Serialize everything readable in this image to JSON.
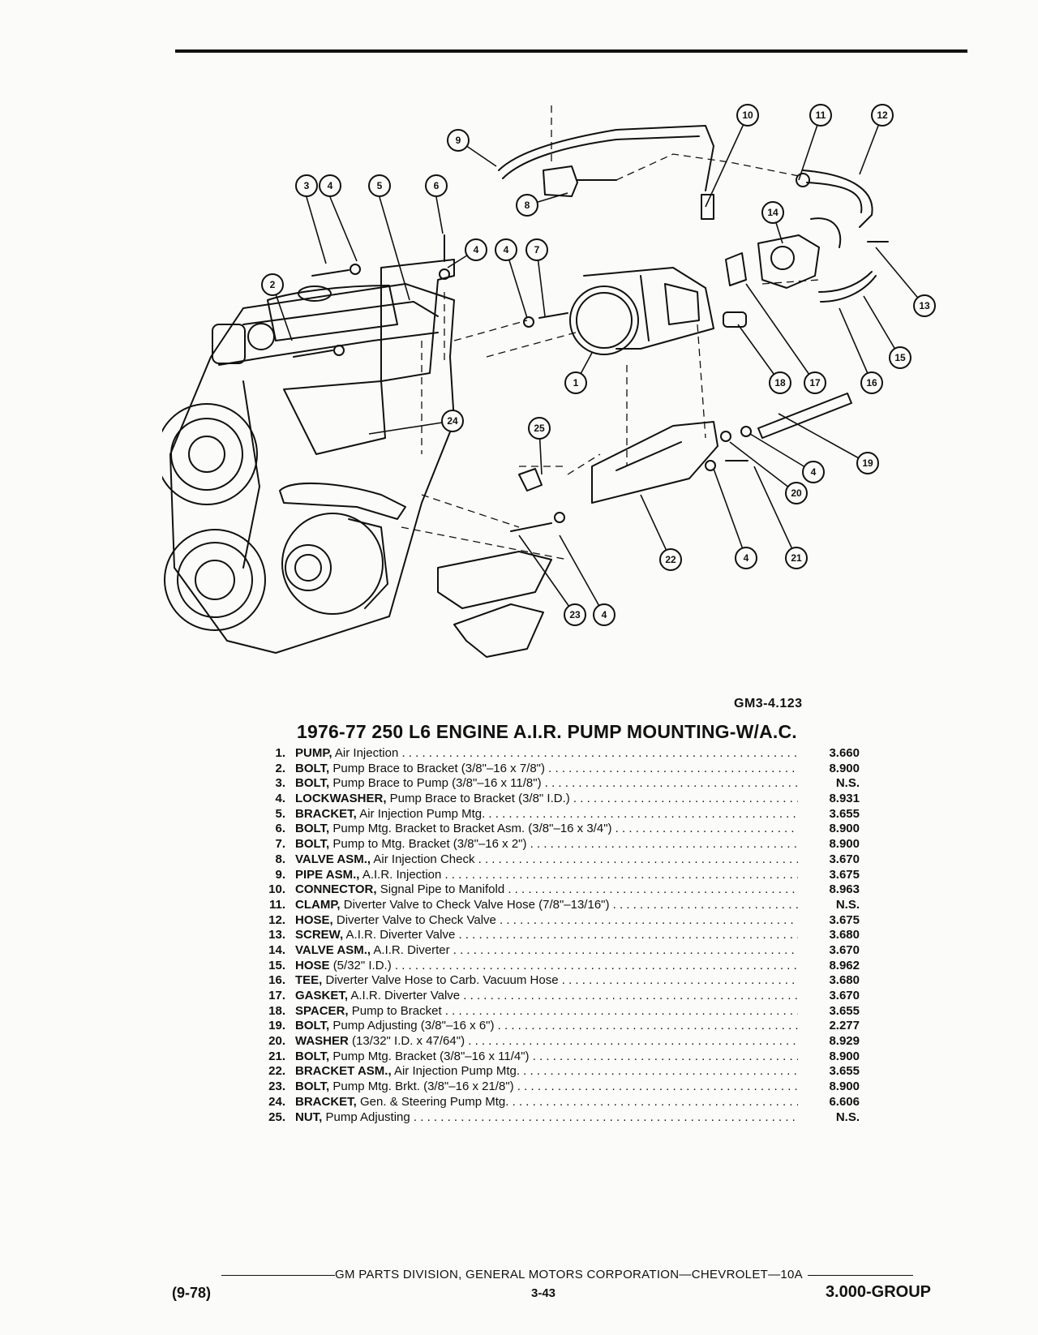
{
  "figure_code": "GM3-4.123",
  "title": "1976-77 250 L6 ENGINE A.I.R. PUMP MOUNTING-W/A.C.",
  "callouts": [
    "1",
    "2",
    "3",
    "4",
    "5",
    "6",
    "7",
    "8",
    "9",
    "10",
    "11",
    "12",
    "13",
    "14",
    "15",
    "16",
    "17",
    "18",
    "19",
    "20",
    "21",
    "22",
    "23",
    "24",
    "25"
  ],
  "parts": [
    {
      "num": "1.",
      "name": "PUMP,",
      "desc": "Air Injection",
      "code": "3.660"
    },
    {
      "num": "2.",
      "name": "BOLT,",
      "desc": "Pump Brace to Bracket (3/8\"–16 x 7/8\")",
      "code": "8.900"
    },
    {
      "num": "3.",
      "name": "BOLT,",
      "desc": "Pump Brace to Pump (3/8\"–16 x 11/8\")",
      "code": "N.S."
    },
    {
      "num": "4.",
      "name": "LOCKWASHER,",
      "desc": "Pump Brace to Bracket (3/8\" I.D.)",
      "code": "8.931"
    },
    {
      "num": "5.",
      "name": "BRACKET,",
      "desc": "Air Injection Pump Mtg.",
      "code": "3.655"
    },
    {
      "num": "6.",
      "name": "BOLT,",
      "desc": "Pump Mtg. Bracket to Bracket Asm. (3/8\"–16 x 3/4\")",
      "code": "8.900"
    },
    {
      "num": "7.",
      "name": "BOLT,",
      "desc": "Pump to Mtg. Bracket (3/8\"–16 x 2\")",
      "code": "8.900"
    },
    {
      "num": "8.",
      "name": "VALVE ASM.,",
      "desc": "Air Injection Check",
      "code": "3.670"
    },
    {
      "num": "9.",
      "name": "PIPE ASM.,",
      "desc": "A.I.R. Injection",
      "code": "3.675"
    },
    {
      "num": "10.",
      "name": "CONNECTOR,",
      "desc": "Signal Pipe to Manifold",
      "code": "8.963"
    },
    {
      "num": "11.",
      "name": "CLAMP,",
      "desc": "Diverter Valve to Check Valve Hose (7/8\"–13/16\")",
      "code": "N.S."
    },
    {
      "num": "12.",
      "name": "HOSE,",
      "desc": "Diverter Valve to Check Valve",
      "code": "3.675"
    },
    {
      "num": "13.",
      "name": "SCREW,",
      "desc": "A.I.R. Diverter Valve",
      "code": "3.680"
    },
    {
      "num": "14.",
      "name": "VALVE ASM.,",
      "desc": "A.I.R. Diverter",
      "code": "3.670"
    },
    {
      "num": "15.",
      "name": "HOSE",
      "desc": "(5/32\" I.D.)",
      "code": "8.962"
    },
    {
      "num": "16.",
      "name": "TEE,",
      "desc": "Diverter Valve Hose to Carb. Vacuum Hose",
      "code": "3.680"
    },
    {
      "num": "17.",
      "name": "GASKET,",
      "desc": "A.I.R. Diverter Valve",
      "code": "3.670"
    },
    {
      "num": "18.",
      "name": "SPACER,",
      "desc": "Pump to Bracket",
      "code": "3.655"
    },
    {
      "num": "19.",
      "name": "BOLT,",
      "desc": "Pump Adjusting (3/8\"–16 x 6\")",
      "code": "2.277"
    },
    {
      "num": "20.",
      "name": "WASHER",
      "desc": "(13/32\" I.D. x 47/64\")",
      "code": "8.929"
    },
    {
      "num": "21.",
      "name": "BOLT,",
      "desc": "Pump Mtg. Bracket (3/8\"–16 x 11/4\")",
      "code": "8.900"
    },
    {
      "num": "22.",
      "name": "BRACKET ASM.,",
      "desc": "Air Injection Pump Mtg.",
      "code": "3.655"
    },
    {
      "num": "23.",
      "name": "BOLT,",
      "desc": "Pump Mtg. Brkt. (3/8\"–16 x 21/8\")",
      "code": "8.900"
    },
    {
      "num": "24.",
      "name": "BRACKET,",
      "desc": "Gen. & Steering Pump Mtg.",
      "code": "6.606"
    },
    {
      "num": "25.",
      "name": "NUT,",
      "desc": "Pump Adjusting",
      "code": "N.S."
    }
  ],
  "footer": {
    "division": "GM PARTS DIVISION, GENERAL MOTORS CORPORATION—CHEVROLET—10A",
    "date": "(9-78)",
    "page": "3-43",
    "group": "3.000-GROUP"
  }
}
